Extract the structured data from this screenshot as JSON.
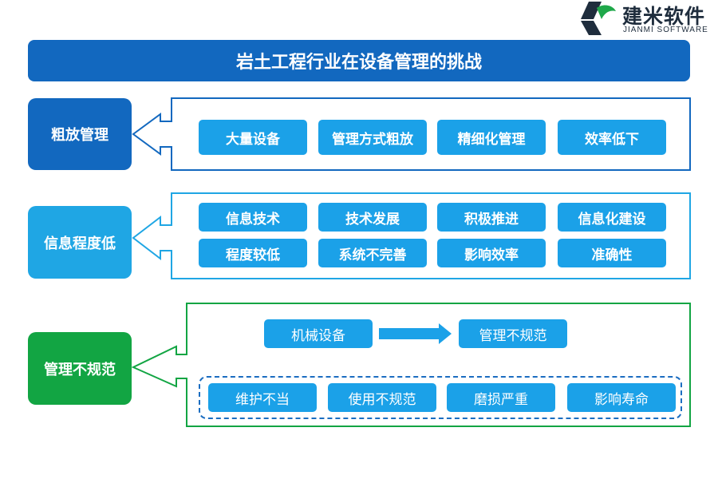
{
  "logo": {
    "name_cn": "建米软件",
    "name_en": "JIANMI SOFTWARE"
  },
  "title": "岩土工程行业在设备管理的挑战",
  "colors": {
    "dark_blue": "#1268bf",
    "light_blue": "#1fa6e4",
    "green": "#12a543",
    "chip": "#1ba1e8"
  },
  "groups": [
    {
      "label": "粗放管理",
      "items": [
        "大量设备",
        "管理方式粗放",
        "精细化管理",
        "效率低下"
      ]
    },
    {
      "label": "信息程度低",
      "items": [
        "信息技术",
        "技术发展",
        "积极推进",
        "信息化建设",
        "程度较低",
        "系统不完善",
        "影响效率",
        "准确性"
      ]
    },
    {
      "label": "管理不规范",
      "flow_from": "机械设备",
      "flow_to": "管理不规范",
      "items": [
        "维护不当",
        "使用不规范",
        "磨损严重",
        "影响寿命"
      ]
    }
  ]
}
